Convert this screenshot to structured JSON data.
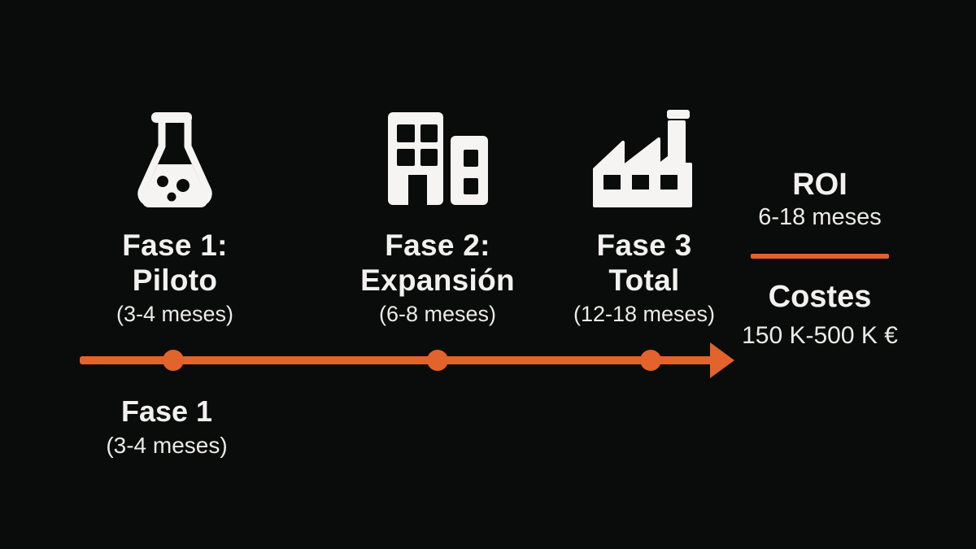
{
  "colors": {
    "background": "#0a0b0b",
    "text_primary": "#f2f1ef",
    "accent_orange": "#e2632b"
  },
  "phases": [
    {
      "icon": "flask-icon",
      "line1": "Fase 1:",
      "line2": "Piloto",
      "duration": "(3-4 meses)"
    },
    {
      "icon": "buildings-icon",
      "line1": "Fase 2:",
      "line2": "Expansión",
      "duration": "(6-8 meses)"
    },
    {
      "icon": "factory-icon",
      "line1": "Fase 3",
      "line2": "Total",
      "duration": "(12-18 meses)"
    }
  ],
  "timeline": {
    "dot_count": 3,
    "caption_title": "Fase 1",
    "caption_duration": "(3-4 meses)"
  },
  "summary": {
    "roi_label": "ROI",
    "roi_value": "6-18 meses",
    "costes_label": "Costes",
    "costes_value": "150 K-500 K €"
  }
}
